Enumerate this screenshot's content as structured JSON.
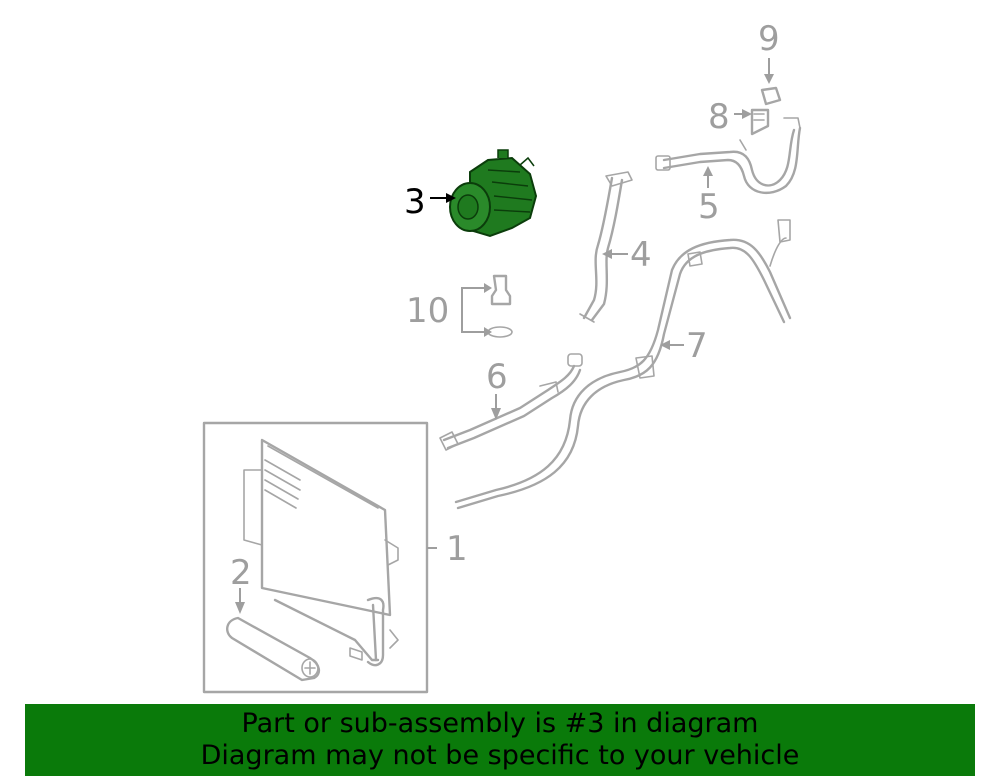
{
  "callouts": {
    "c1": "1",
    "c2": "2",
    "c3": "3",
    "c4": "4",
    "c5": "5",
    "c6": "6",
    "c7": "7",
    "c8": "8",
    "c9": "9",
    "c10": "10"
  },
  "highlighted_part": "3",
  "colors": {
    "highlight_fill": "#1f7a1f",
    "part_stroke": "#a6a6a6",
    "banner_bg": "#0a7a0a"
  },
  "banner": {
    "line1": "Part or sub-assembly is #3 in diagram",
    "line2": "Diagram may not be specific to your vehicle"
  }
}
